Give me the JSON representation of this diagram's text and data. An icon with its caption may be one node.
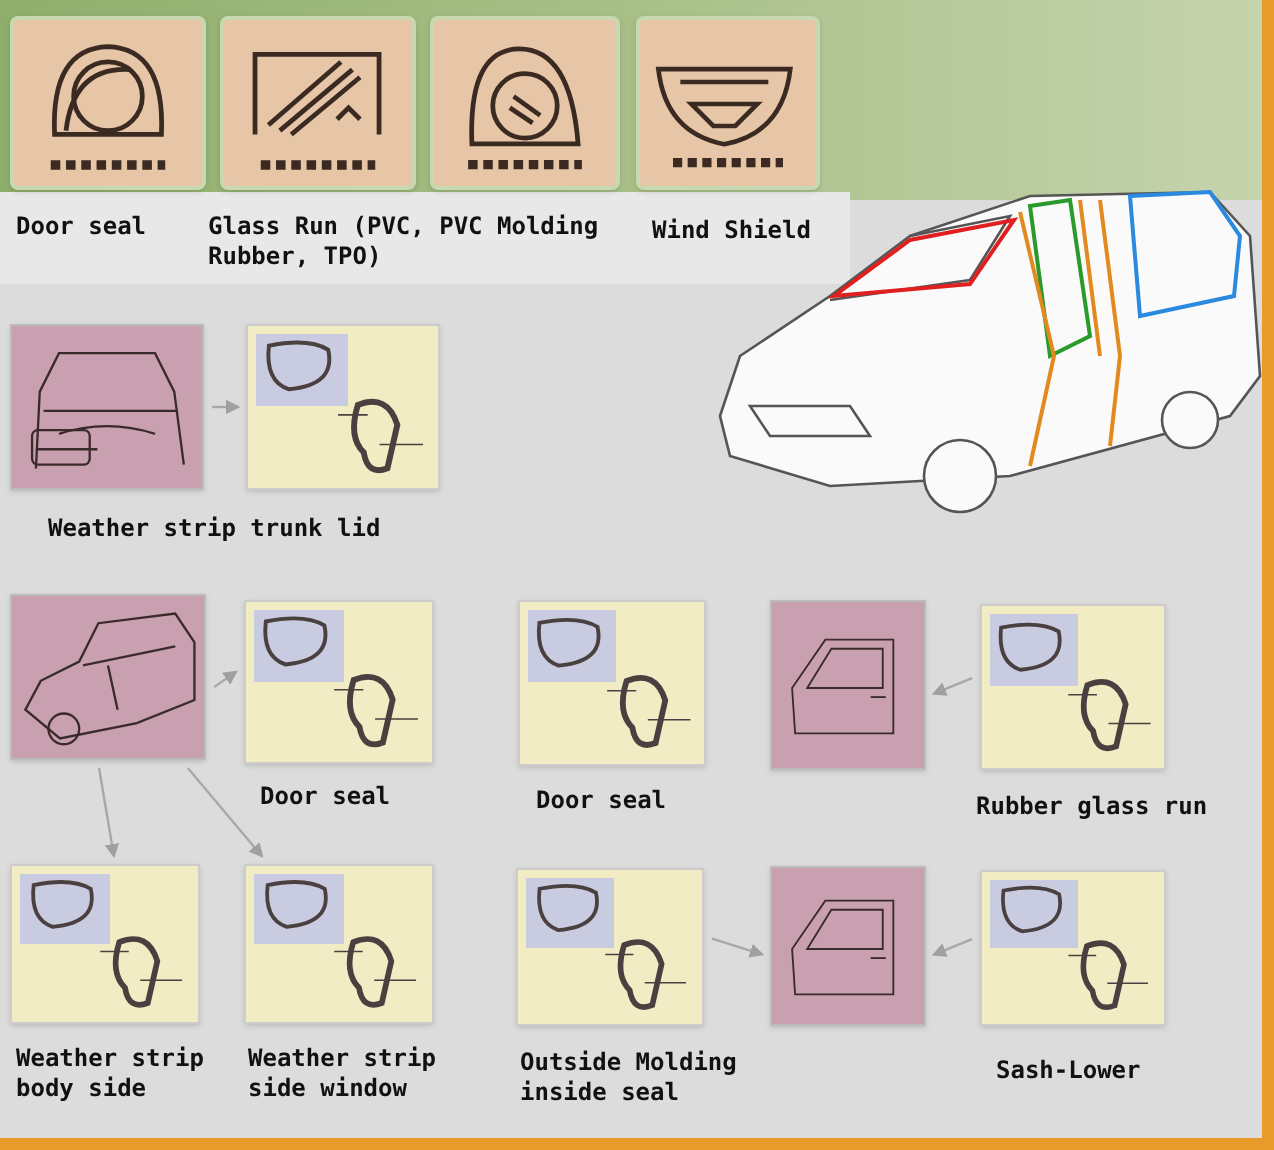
{
  "diagram": {
    "nodes": [
      {
        "text": [],
        "shape": "picture",
        "beside": [
          "Door seal"
        ]
      },
      {
        "text": [],
        "shape": "picture",
        "beside": [
          "Glass Run (PVC, PVC Molding Rubber, TPO)"
        ]
      },
      {
        "text": [],
        "shape": "picture"
      },
      {
        "text": [],
        "shape": "picture",
        "beside": [
          "Wind Shield"
        ]
      },
      {
        "text": [],
        "shape": "picture"
      },
      {
        "text": [],
        "shape": "picture",
        "beside": [
          "Weather strip trunk lid"
        ]
      },
      {
        "text": [],
        "shape": "picture"
      },
      {
        "text": [],
        "shape": "picture",
        "beside": [
          "Door seal"
        ]
      },
      {
        "text": [],
        "shape": "picture",
        "beside": [
          "Door seal"
        ]
      },
      {
        "text": [],
        "shape": "picture"
      },
      {
        "text": [],
        "shape": "picture",
        "beside": [
          "Rubber glass run"
        ]
      },
      {
        "text": [],
        "shape": "picture",
        "beside": [
          "Weather strip body side"
        ]
      },
      {
        "text": [],
        "shape": "picture",
        "beside": [
          "Weather strip side window"
        ]
      },
      {
        "text": [],
        "shape": "picture",
        "beside": [
          "Outside Molding inside seal"
        ]
      },
      {
        "text": [],
        "shape": "picture"
      },
      {
        "text": [],
        "shape": "picture",
        "beside": [
          "Sash-Lower"
        ]
      }
    ],
    "edges": [
      {
        "from": 4,
        "to": 5,
        "arrow": "to"
      },
      {
        "from": 6,
        "to": 7,
        "arrow": "to"
      },
      {
        "from": 10,
        "to": 9,
        "arrow": "to"
      },
      {
        "from": 6,
        "to": 11,
        "arrow": "to"
      },
      {
        "from": 6,
        "to": 12,
        "arrow": "to"
      },
      {
        "from": 13,
        "to": 14,
        "arrow": "to"
      },
      {
        "from": 15,
        "to": 14,
        "arrow": "to"
      }
    ]
  }
}
